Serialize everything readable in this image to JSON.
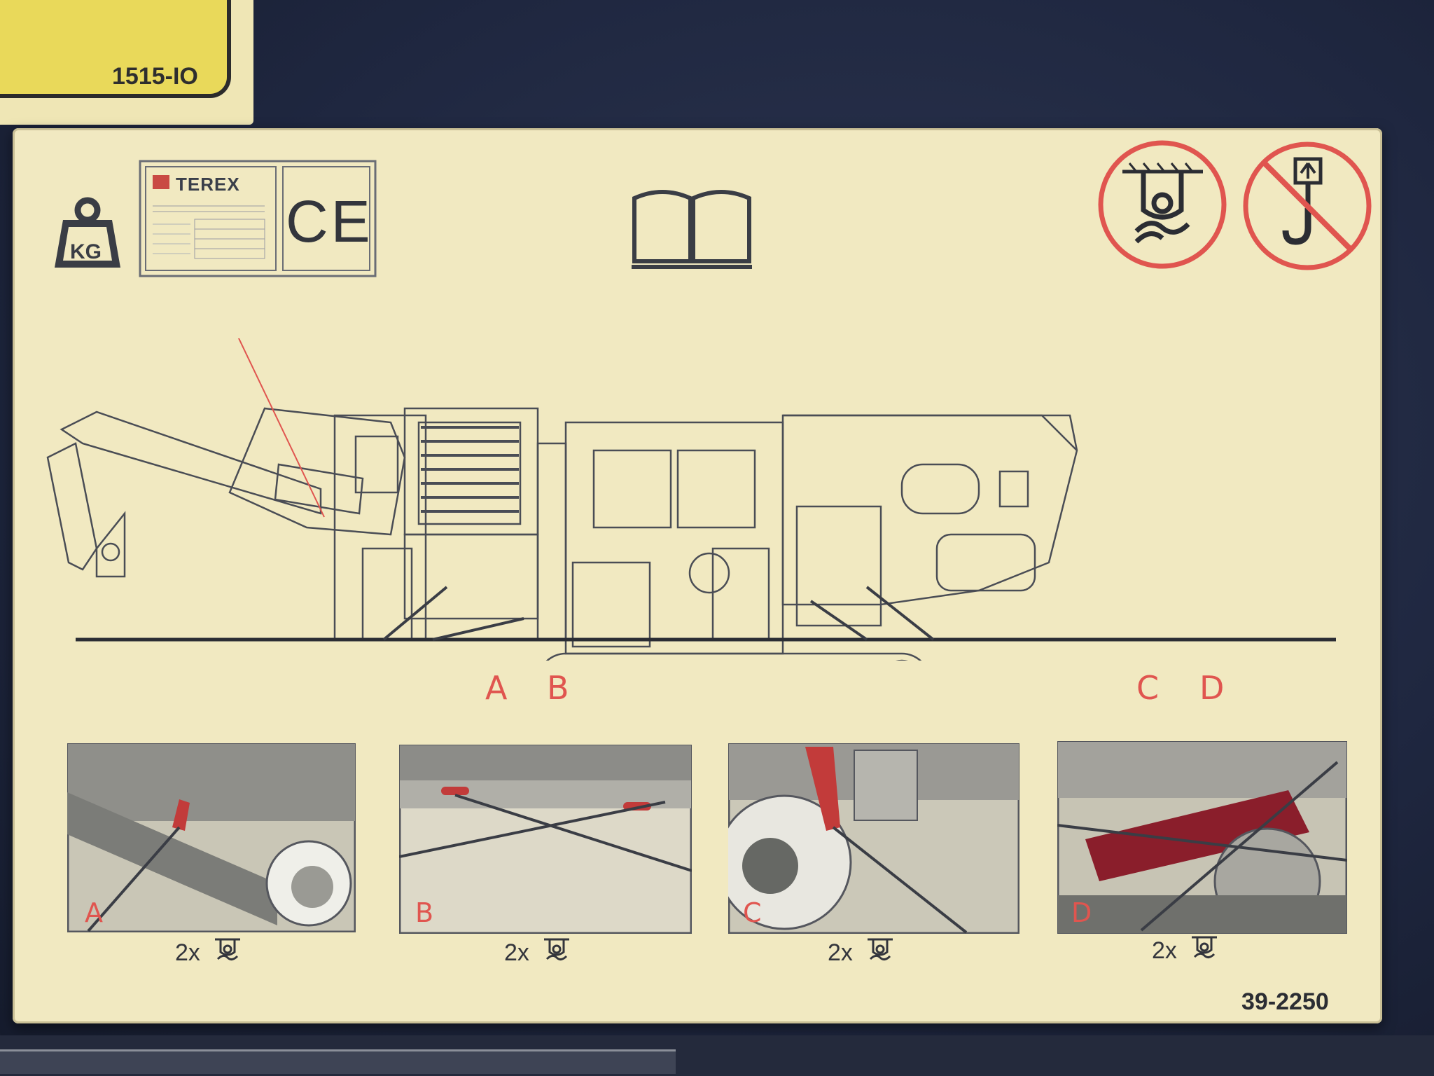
{
  "top_label": {
    "code": "1515-IO"
  },
  "plate": {
    "brand": "TEREX",
    "mark": "CE",
    "weight_icon_label": "KG",
    "part_number": "39-2250",
    "lashing_points": [
      "A",
      "B",
      "C",
      "D"
    ],
    "details": [
      {
        "letter": "A",
        "count": "2x"
      },
      {
        "letter": "B",
        "count": "2x"
      },
      {
        "letter": "C",
        "count": "2x"
      },
      {
        "letter": "D",
        "count": "2x"
      }
    ],
    "icons": [
      "weight-icon",
      "nameplate-icon",
      "ce-mark-icon",
      "manual-book-icon",
      "lashing-point-icon",
      "no-lifting-hook-icon"
    ]
  },
  "colors": {
    "plate": "#f1e9c1",
    "ink": "#33353c",
    "red": "#e0554f",
    "background": "#1f2740"
  }
}
